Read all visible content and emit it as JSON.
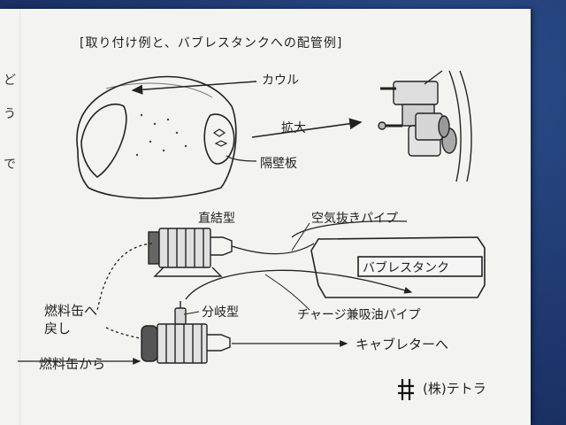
{
  "document": {
    "title": "[取り付け例と、バブレスタンクへの配管例]",
    "side_text": [
      "ど",
      "う",
      "で"
    ],
    "labels": {
      "cowl": "カウル",
      "enlarged": "拡大",
      "bulkhead": "隔壁板",
      "direct_type": "直結型",
      "air_vent_pipe": "空気抜きパイプ",
      "bubbleless_tank": "バブレスタンク",
      "to_fuel_can_return_line1": "燃料缶へ",
      "to_fuel_can_return_line2": "戻し",
      "branch_type": "分岐型",
      "charge_fuel_pipe": "チャージ兼吸油パイプ",
      "from_fuel_can": "燃料缶から",
      "to_carburetor": "キャブレターへ",
      "company": "(株)テトラ"
    }
  }
}
